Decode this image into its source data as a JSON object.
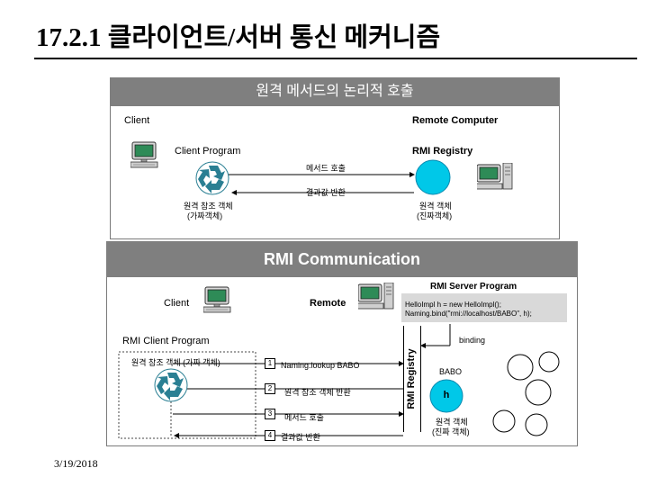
{
  "title": "17.2.1 클라이언트/서버 통신 메커니즘",
  "panel1": {
    "header": "원격 메서드의 논리적 호출",
    "client_label": "Client",
    "remote_label": "Remote Computer",
    "client_program": "Client Program",
    "rmi_registry": "RMI Registry",
    "method_call": "메서드 호출",
    "return_value": "결과값 반환",
    "remote_ref_line1": "원격 참조 객체",
    "remote_ref_line2": "(가짜객체)",
    "remote_obj_line1": "원격 객체",
    "remote_obj_line2": "(진짜객체)"
  },
  "panel2": {
    "header": "RMI Communication",
    "server_program": "RMI Server Program",
    "client_label": "Client",
    "remote_label": "Remote",
    "code_line1": "HelloImpl h = new HelloImpl();",
    "code_line2": "Naming.bind(\"rmi://localhost/BABO\", h);",
    "binding": "binding",
    "client_program": "RMI Client Program",
    "remote_ref": "원격 참조 객체 (가짜 객체)",
    "rmi_registry_vertical": "RMI Registry",
    "steps": [
      {
        "num": "1",
        "text": "Naming.lookup BABO"
      },
      {
        "num": "2",
        "text": "원격 참조 객체 반환"
      },
      {
        "num": "3",
        "text": "메서드 호출"
      },
      {
        "num": "4",
        "text": "결과값 반환"
      }
    ],
    "babo": "BABO",
    "h": "h",
    "real_obj_line1": "원격 객체",
    "real_obj_line2": "(진짜 객체)"
  },
  "footer_date": "3/19/2018",
  "colors": {
    "header_bar": "#7f7f7f",
    "h_circle": "#00c8e8",
    "monitor_screen": "#2e8b57"
  }
}
